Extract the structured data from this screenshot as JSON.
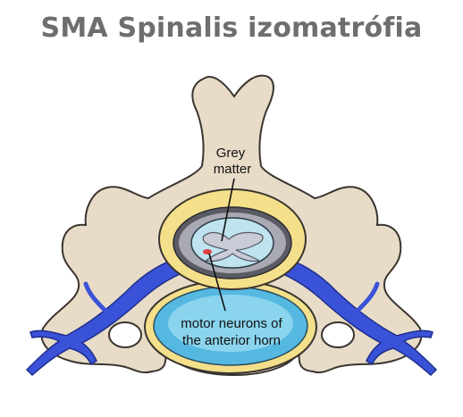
{
  "title": "SMA Spinalis izomatrófia",
  "labels": {
    "grey_matter_line1": "Grey",
    "grey_matter_line2": "matter",
    "motor_line1": "motor neurons of",
    "motor_line2": "the anterior horn"
  },
  "colors": {
    "title": "#6e6e6e",
    "bone": "#e8dcc8",
    "bone_outline": "#3a3530",
    "fat_layer": "#f4e08a",
    "spinal_nerve": "#3a52d8",
    "vertebral_body": "#55b8e0",
    "vertebral_body_core": "#8ad4ee",
    "canal": "#5b5b63",
    "spinal_cord": "#bfe3ef",
    "grey_matter": "#c9ccd6",
    "motor_neurons": "#e04040"
  }
}
